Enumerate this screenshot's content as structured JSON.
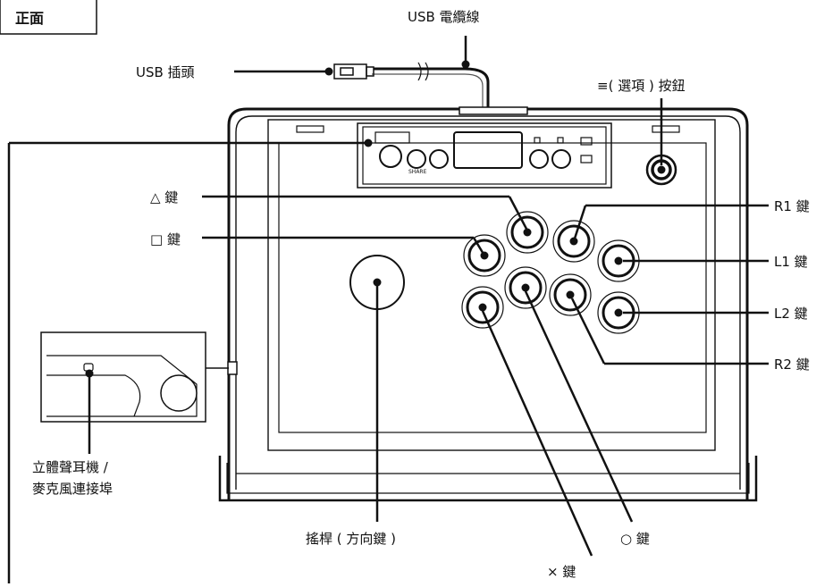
{
  "page_tag": "正面",
  "labels": {
    "usb_cable": "USB 電纜線",
    "usb_plug": "USB 插頭",
    "options_button": "≡( 選項 ) 按鈕",
    "triangle_key": "△ 鍵",
    "square_key": "□ 鍵",
    "r1_key": "R1 鍵",
    "l1_key": "L1 鍵",
    "l2_key": "L2 鍵",
    "r2_key": "R2 鍵",
    "headset_port_line1": "立體聲耳機 /",
    "headset_port_line2": "麥克風連接埠",
    "joystick": "搖桿 ( 方向鍵 )",
    "circle_key": "○ 鍵",
    "cross_key": "× 鍵"
  },
  "panel": {
    "share_label": "SHARE"
  }
}
